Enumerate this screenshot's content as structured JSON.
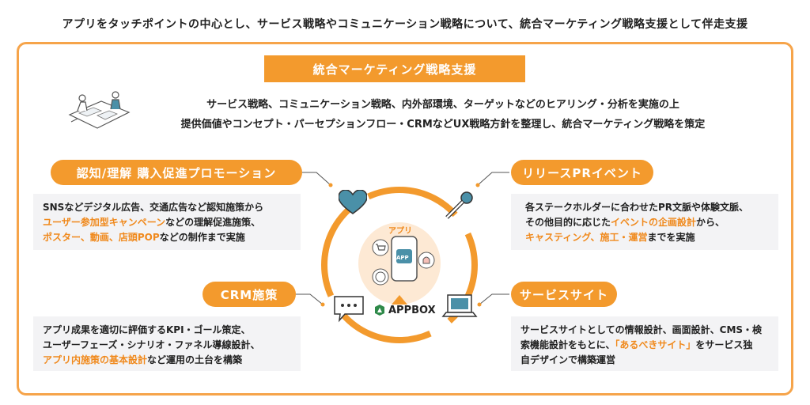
{
  "heading": "アプリをタッチポイントの中心とし、サービス戦略やコミュニケーション戦略について、統合マーケティング戦略支援として伴走支援",
  "banner": "統合マーケティング戦略支援",
  "summary": {
    "line1": "サービス戦略、コミュニケーション戦略、内外部環境、ターゲットなどのヒアリング・分析を実施の上",
    "line2": "提供価値やコンセプト・パーセプションフロー・CRMなどUX戦略方針を整理し、統合マーケティング戦略を策定"
  },
  "promotion": {
    "title": "認知/理解 購入促進プロモーション",
    "l1": "SNSなどデジタル広告、交通広告など認知施策から",
    "l2_hl": "ユーザー参加型キャンペーン",
    "l2": "などの理解促進施策、",
    "l3_hl": "ポスター、動画、店頭POP",
    "l3": "などの制作まで実施"
  },
  "pr_event": {
    "title": "リリースPRイベント",
    "l1": "各ステークホルダーに合わせたPR文脈や体験文脈、",
    "l2_a": "その他目的に応じた",
    "l2_hl": "イベントの企画設計",
    "l2_b": "から、",
    "l3_hl": "キャスティング、施工・運営",
    "l3": "までを実施"
  },
  "crm": {
    "title": "CRM施策",
    "l1": "アプリ成果を適切に評価するKPI・ゴール策定、",
    "l2": "ユーザーフェーズ・シナリオ・ファネル導線設計、",
    "l3_hl": "アプリ内施策の基本設計",
    "l3": "など運用の土台を構築"
  },
  "service_site": {
    "title": "サービスサイト",
    "l1": "サービスサイトとしての情報設計、画面設計、CMS・検",
    "l2_a": "索機能設計をもとに、",
    "l2_hl": "「あるべきサイト」",
    "l2_b": "をサービス独",
    "l3": "自デザインで構築運営"
  },
  "center": {
    "app_label": "アプリ",
    "phone_label": "APP",
    "brand": "APPBOX"
  },
  "colors": {
    "accent": "#f39a2d",
    "frame": "#f6a44a",
    "highlight": "#f0891c",
    "box_bg": "#f3f3f5",
    "icon_blue": "#4a90a8"
  }
}
